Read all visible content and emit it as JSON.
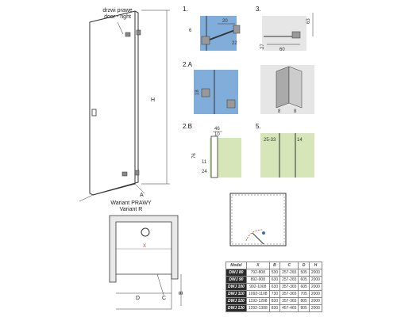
{
  "door_label": {
    "line1": "drzwi prawe",
    "line2": "door - right"
  },
  "main_dims": {
    "height": "H",
    "width": "A"
  },
  "variant": {
    "line1": "Wariant PRAWY",
    "line2": "Variant R"
  },
  "plan_dims": {
    "x": "X",
    "d": "D",
    "c": "C",
    "b": "B"
  },
  "steps": {
    "s1": {
      "label": "1.",
      "dims": [
        "20",
        "6",
        "22"
      ]
    },
    "s3": {
      "label": "3.",
      "dims": [
        "63",
        "27",
        "60"
      ]
    },
    "s2a": {
      "label": "2.A",
      "dims": [
        "18",
        "8",
        "8"
      ]
    },
    "s2b": {
      "label": "2.B",
      "dims": [
        "46",
        "10",
        "76",
        "11",
        "24"
      ]
    },
    "s5": {
      "label": "5.",
      "dims": [
        "25-33",
        "14"
      ]
    }
  },
  "table": {
    "headers": [
      "Model",
      "X",
      "B",
      "C",
      "D",
      "H"
    ],
    "rows": [
      [
        "DWJ 80",
        "792-808",
        "530",
        "257-265",
        "505",
        "2000"
      ],
      [
        "DWJ 90",
        "892-908",
        "630",
        "257-265",
        "605",
        "2000"
      ],
      [
        "DWJ 100",
        "992-1008",
        "630",
        "357-365",
        "605",
        "2000"
      ],
      [
        "DWJ 110",
        "1092-1108",
        "730",
        "357-365",
        "705",
        "2000"
      ],
      [
        "DWJ 120",
        "1192-1208",
        "830",
        "357-365",
        "805",
        "2000"
      ],
      [
        "DWJ 130",
        "1292-1308",
        "830",
        "457-465",
        "805",
        "2000"
      ]
    ]
  },
  "colors": {
    "glass": "#6a9fd4",
    "frame": "#555555",
    "wall": "#d6e6b8",
    "accent_red": "#c0392b"
  }
}
